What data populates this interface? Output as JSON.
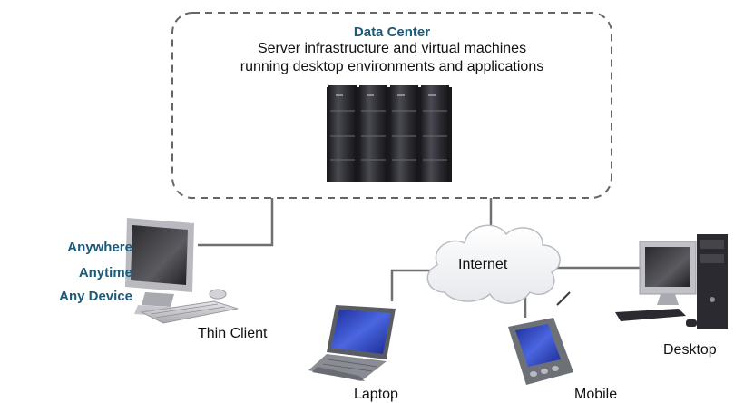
{
  "data_center": {
    "title": "Data Center",
    "description_line1": "Server infrastructure and virtual machines",
    "description_line2": "running desktop environments and applications"
  },
  "tagline": [
    "Anywhere",
    "Anytime",
    "Any Device"
  ],
  "network": {
    "label": "Internet"
  },
  "devices": {
    "thin_client": "Thin Client",
    "laptop": "Laptop",
    "mobile": "Mobile",
    "desktop": "Desktop"
  },
  "colors": {
    "accent": "#1a5a7a",
    "dashed_border": "#666666",
    "connector": "#707070",
    "cloud_fill": "#f3f4f6",
    "server_dark": "#2a2a2e",
    "screen_blue": "#2a44c0"
  }
}
